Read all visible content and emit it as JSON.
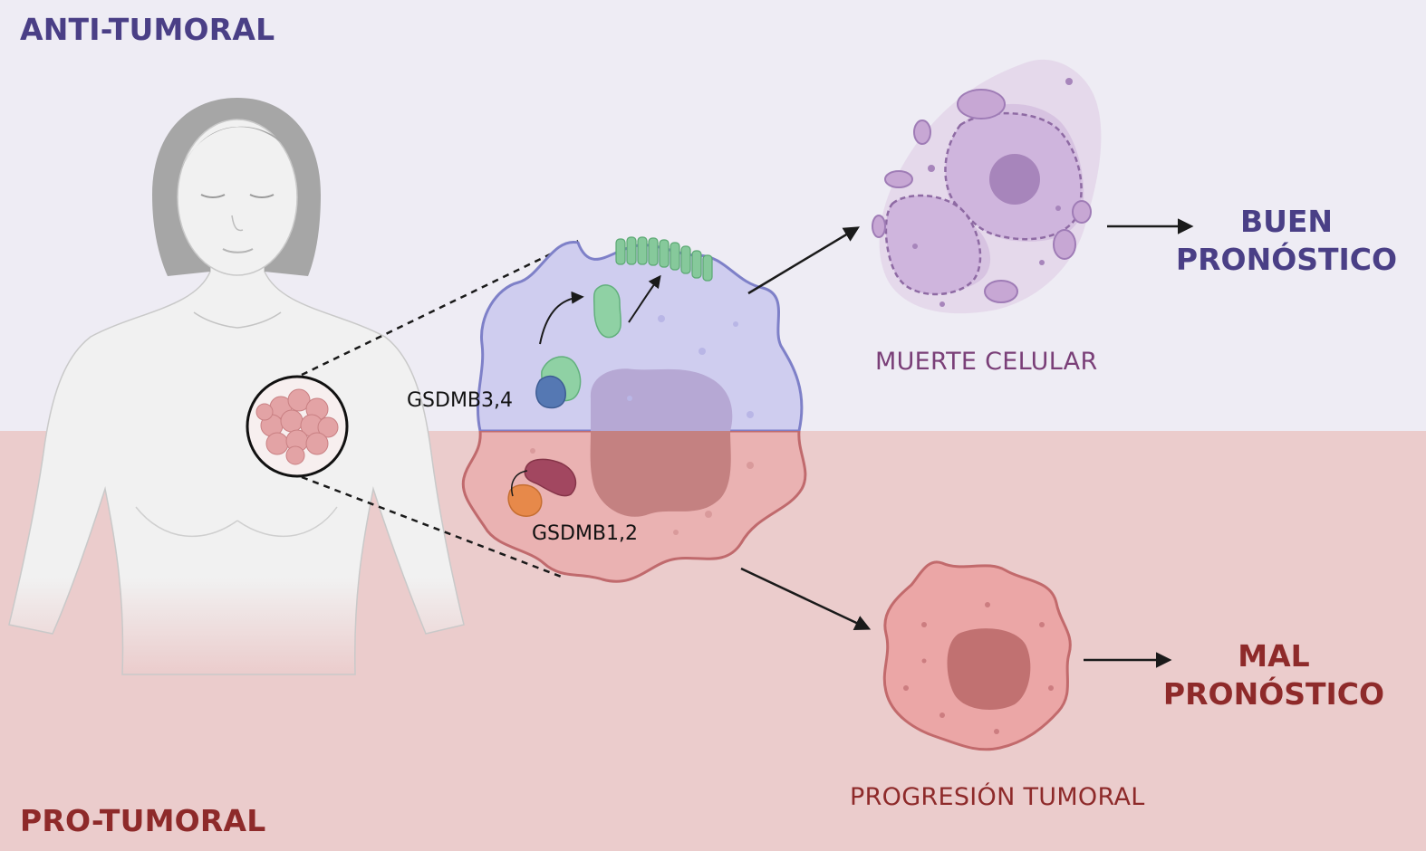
{
  "zones": {
    "anti": {
      "label": "ANTI-TUMORAL",
      "bg": "#eeecf4",
      "text_color": "#4a3f86"
    },
    "pro": {
      "label": "PRO-TUMORAL",
      "bg": "#ebcccc",
      "text_color": "#8e2a2a"
    }
  },
  "genes": {
    "upper": "GSDMB3,4",
    "lower": "GSDMB1,2"
  },
  "outcomes": {
    "death": {
      "label": "MUERTE CELULAR",
      "color": "#7a3f78"
    },
    "progression": {
      "label": "PROGRESIÓN TUMORAL",
      "color": "#8e2a2a"
    }
  },
  "prognosis": {
    "good": {
      "line1": "BUEN",
      "line2": "PRONÓSTICO",
      "color": "#4a3f86"
    },
    "bad": {
      "line1": "MAL",
      "line2": "PRONÓSTICO",
      "color": "#8e2a2a"
    }
  },
  "icons": [
    "female-torso-icon",
    "tumor-magnifier-icon",
    "tumor-cell-icon",
    "dying-cell-icon",
    "cancer-cell-icon",
    "gasdermin-pore-icon",
    "arrow-icon"
  ]
}
